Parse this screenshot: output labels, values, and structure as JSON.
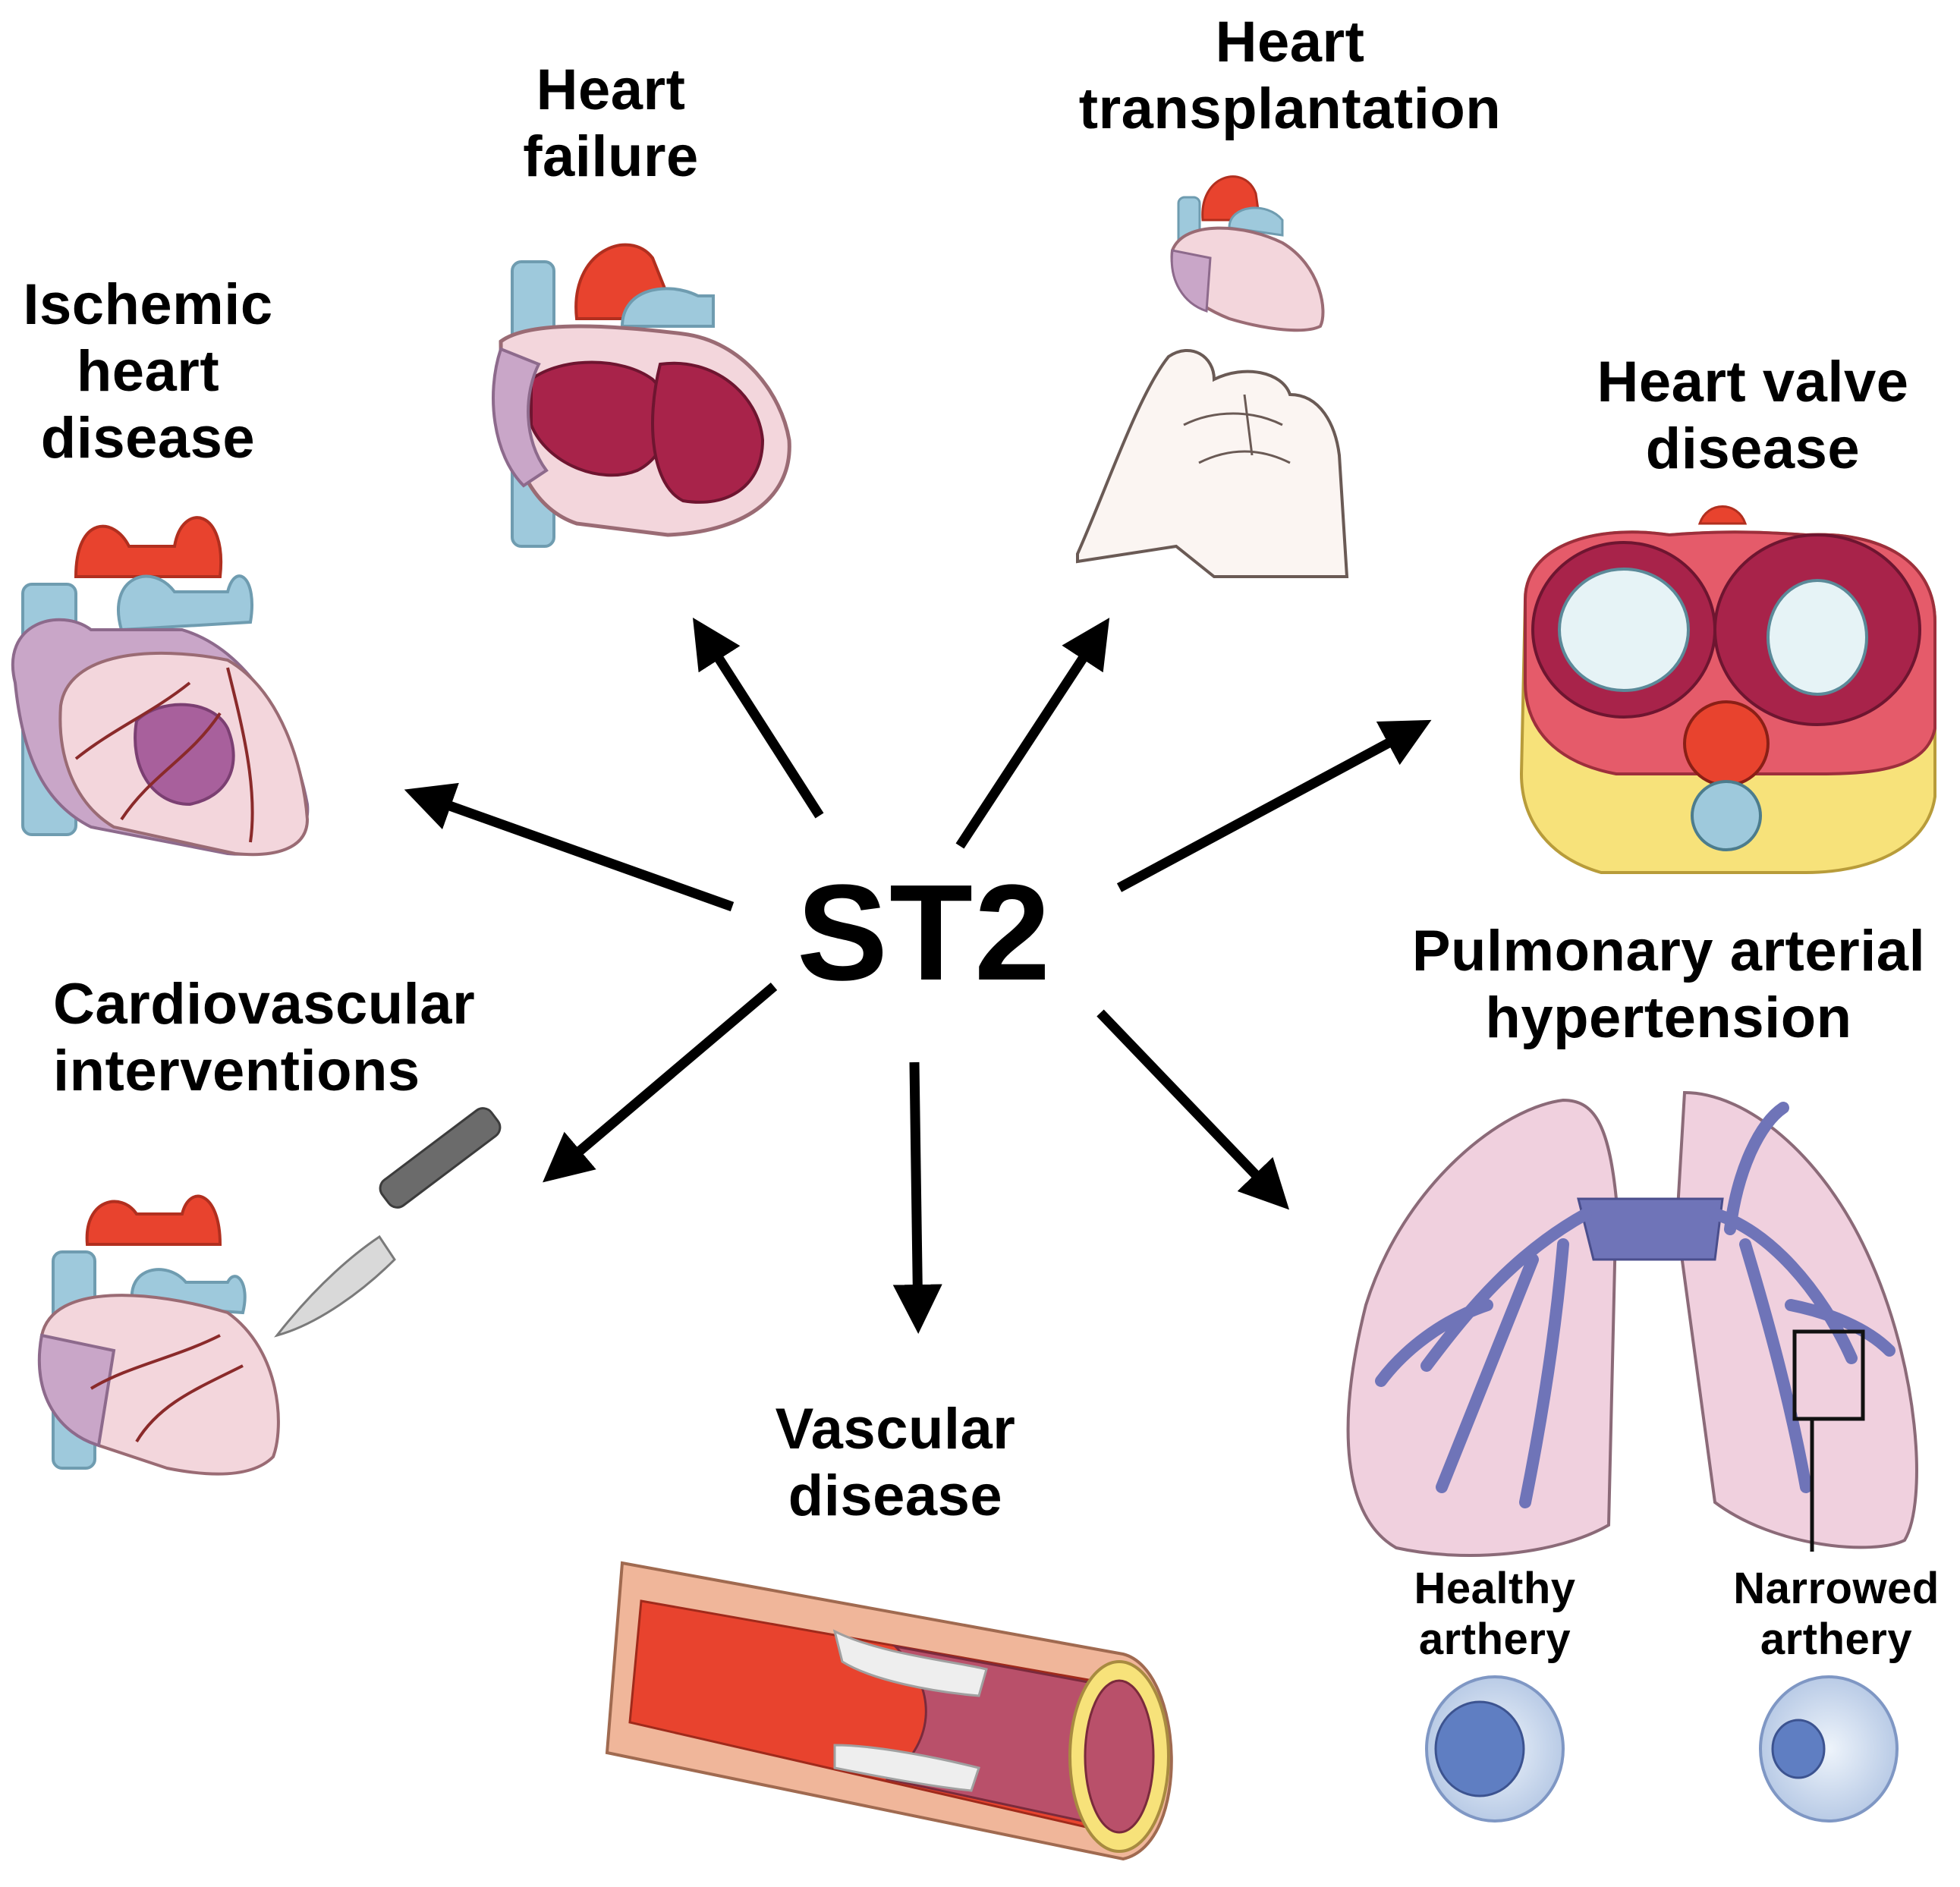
{
  "center_label": "ST2",
  "conditions": {
    "ischemic": "Ischemic\nheart\ndisease",
    "heart_failure": "Heart\nfailure",
    "transplantation": "Heart\ntransplantation",
    "valve": "Heart valve\ndisease",
    "pah": "Pulmonary arterial\nhypertension",
    "cv_interventions": "Cardiovascular\ninterventions",
    "vascular": "Vascular\ndisease"
  },
  "artery_labels": {
    "healthy": "Healthy\narthery",
    "narrowed": "Narrowed\narthery"
  },
  "colors": {
    "arrow": "#000000",
    "aorta_red": "#e8432e",
    "vein_blue": "#9ec9dc",
    "heart_pink": "#f3d6dc",
    "myocardium": "#a8234a",
    "lung_pink": "#f0d0de",
    "lung_vessel": "#6f74b8",
    "fat_yellow": "#f7e27a"
  }
}
